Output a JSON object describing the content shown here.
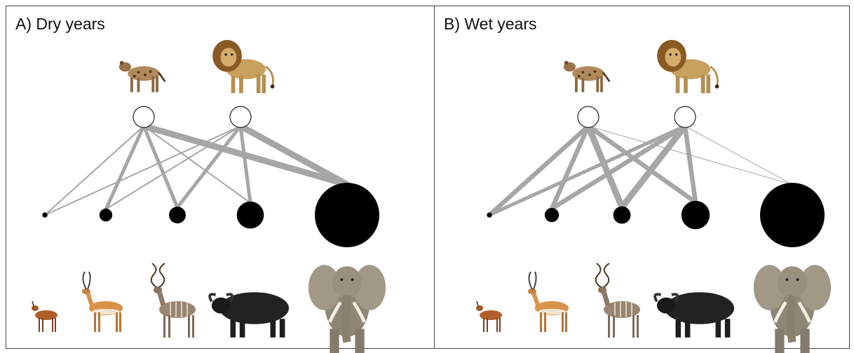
{
  "panels": [
    {
      "id": "A",
      "title": "A) Dry years",
      "predators": [
        "hyena",
        "lion"
      ],
      "prey": [
        "dik-dik",
        "impala",
        "kudu",
        "buffalo",
        "elephant"
      ],
      "prey_node_relative_size": [
        0.08,
        0.2,
        0.26,
        0.42,
        1.0
      ],
      "links": [
        {
          "predator": "hyena",
          "prey": "dik-dik",
          "strength": "weak"
        },
        {
          "predator": "hyena",
          "prey": "impala",
          "strength": "medium"
        },
        {
          "predator": "hyena",
          "prey": "kudu",
          "strength": "medium"
        },
        {
          "predator": "hyena",
          "prey": "buffalo",
          "strength": "weak"
        },
        {
          "predator": "hyena",
          "prey": "elephant",
          "strength": "very strong"
        },
        {
          "predator": "lion",
          "prey": "dik-dik",
          "strength": "weak"
        },
        {
          "predator": "lion",
          "prey": "impala",
          "strength": "weak"
        },
        {
          "predator": "lion",
          "prey": "kudu",
          "strength": "medium"
        },
        {
          "predator": "lion",
          "prey": "buffalo",
          "strength": "medium"
        },
        {
          "predator": "lion",
          "prey": "elephant",
          "strength": "very strong"
        }
      ]
    },
    {
      "id": "B",
      "title": "B) Wet years",
      "predators": [
        "hyena",
        "lion"
      ],
      "prey": [
        "dik-dik",
        "impala",
        "kudu",
        "buffalo",
        "elephant"
      ],
      "prey_node_relative_size": [
        0.08,
        0.22,
        0.27,
        0.44,
        1.0
      ],
      "links": [
        {
          "predator": "hyena",
          "prey": "dik-dik",
          "strength": "strong"
        },
        {
          "predator": "hyena",
          "prey": "impala",
          "strength": "strong"
        },
        {
          "predator": "hyena",
          "prey": "kudu",
          "strength": "very strong"
        },
        {
          "predator": "hyena",
          "prey": "buffalo",
          "strength": "strong"
        },
        {
          "predator": "hyena",
          "prey": "elephant",
          "strength": "very weak"
        },
        {
          "predator": "lion",
          "prey": "dik-dik",
          "strength": "medium"
        },
        {
          "predator": "lion",
          "prey": "impala",
          "strength": "strong"
        },
        {
          "predator": "lion",
          "prey": "kudu",
          "strength": "very strong"
        },
        {
          "predator": "lion",
          "prey": "buffalo",
          "strength": "strong"
        },
        {
          "predator": "lion",
          "prey": "elephant",
          "strength": "very weak"
        }
      ]
    }
  ]
}
